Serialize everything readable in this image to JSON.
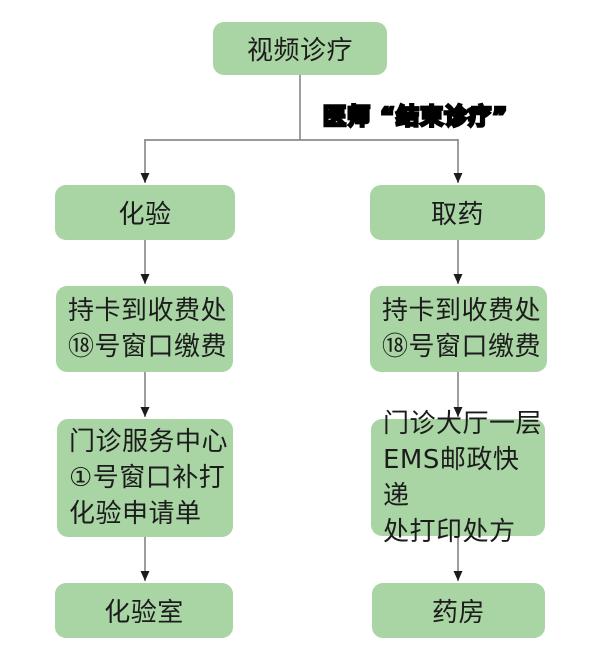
{
  "colors": {
    "node_fill": "#a9d5a4",
    "node_text": "#1c1c1c",
    "line": "#8c8c8c",
    "arrow": "#1c1c1c",
    "background": "#ffffff"
  },
  "edge_label": "医师 “结束诊疗”",
  "nodes": {
    "video": {
      "label": "视频诊疗"
    },
    "lab": {
      "label": "化验"
    },
    "dispense": {
      "label": "取药"
    },
    "lab_pay": {
      "line1": "持卡到收费处",
      "line2": "⑱号窗口缴费"
    },
    "dispense_pay": {
      "line1": "持卡到收费处",
      "line2": "⑱号窗口缴费"
    },
    "lab_reprint": {
      "line1": "门诊服务中心",
      "line2": "①号窗口补打",
      "line3": "化验申请单"
    },
    "ems_print": {
      "line1": "门诊大厅一层",
      "line2": "EMS邮政快递",
      "line3": "处打印处方"
    },
    "lab_room": {
      "label": "化验室"
    },
    "pharmacy": {
      "label": "药房"
    }
  }
}
